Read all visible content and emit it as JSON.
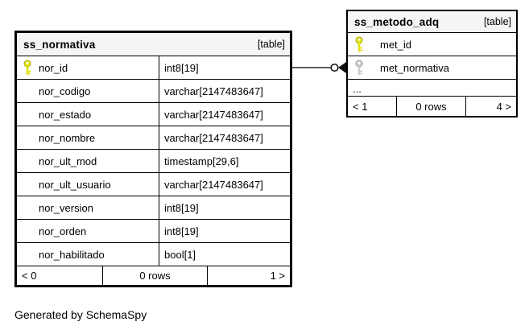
{
  "caption": "Generated by SchemaSpy",
  "colors": {
    "header_bg": "#f5f5f5",
    "primary_key": "#e3e316",
    "primary_key_outline": "#a8a800",
    "foreign_key": "#cfcfcf",
    "foreign_key_outline": "#9a9a9a",
    "relation_line": "#4a4a4a",
    "relation_marker": "#111111"
  },
  "tables": {
    "normativa": {
      "title": "ss_normativa",
      "badge": "[table]",
      "columns": [
        {
          "name": "nor_id",
          "type": "int8[19]",
          "icon": "primary-key"
        },
        {
          "name": "nor_codigo",
          "type": "varchar[2147483647]",
          "icon": ""
        },
        {
          "name": "nor_estado",
          "type": "varchar[2147483647]",
          "icon": ""
        },
        {
          "name": "nor_nombre",
          "type": "varchar[2147483647]",
          "icon": ""
        },
        {
          "name": "nor_ult_mod",
          "type": "timestamp[29,6]",
          "icon": ""
        },
        {
          "name": "nor_ult_usuario",
          "type": "varchar[2147483647]",
          "icon": ""
        },
        {
          "name": "nor_version",
          "type": "int8[19]",
          "icon": ""
        },
        {
          "name": "nor_orden",
          "type": "int8[19]",
          "icon": ""
        },
        {
          "name": "nor_habilitado",
          "type": "bool[1]",
          "icon": ""
        }
      ],
      "footer": {
        "prev": "< 0",
        "rows": "0 rows",
        "next": "1 >"
      }
    },
    "metodo": {
      "title": "ss_metodo_adq",
      "badge": "[table]",
      "columns": [
        {
          "name": "met_id",
          "icon": "primary-key"
        },
        {
          "name": "met_normativa",
          "icon": "foreign-key"
        }
      ],
      "ellipsis": "...",
      "footer": {
        "prev": "< 1",
        "rows": "0 rows",
        "next": "4 >"
      }
    }
  },
  "relationship": {
    "from_column": "nor_id",
    "to_column": "met_normativa"
  }
}
